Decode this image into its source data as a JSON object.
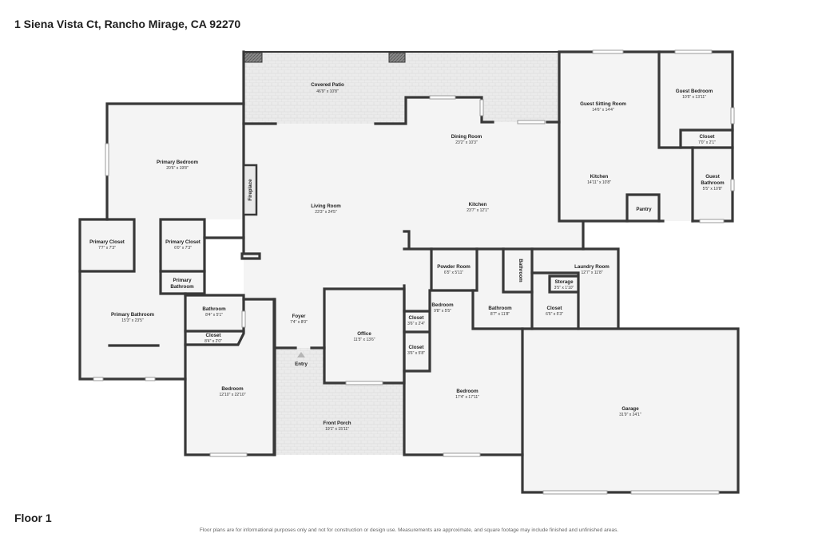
{
  "header": {
    "address": "1 Siena Vista Ct, Rancho Mirage, CA 92270"
  },
  "footer": {
    "floor": "Floor 1",
    "disclaimer": "Floor plans are for informational purposes only and not for construction or design use. Measurements are approximate, and square footage may include finished and unfinished areas."
  },
  "rooms": {
    "covered_patio": {
      "name": "Covered Patio",
      "dims": "46'9\" x 10'8\""
    },
    "primary_bedroom": {
      "name": "Primary Bedroom",
      "dims": "20'6\" x 19'8\""
    },
    "fireplace": {
      "name": "Fireplace"
    },
    "living_room": {
      "name": "Living Room",
      "dims": "23'3\" x 24'5\""
    },
    "dining_room": {
      "name": "Dining Room",
      "dims": "23'2\" x 10'3\""
    },
    "kitchen_main": {
      "name": "Kitchen",
      "dims": "23'7\" x 12'1\""
    },
    "guest_sitting_room": {
      "name": "Guest Sitting Room",
      "dims": "14'6\" x 14'4\""
    },
    "guest_kitchen": {
      "name": "Kitchen",
      "dims": "14'11\" x 10'8\""
    },
    "pantry": {
      "name": "Pantry"
    },
    "guest_bedroom": {
      "name": "Guest Bedroom",
      "dims": "10'5\" x 13'11\""
    },
    "guest_closet": {
      "name": "Closet",
      "dims": "7'0\" x 2'1\""
    },
    "guest_bathroom": {
      "name1": "Guest",
      "name2": "Bathroom",
      "dims": "5'5\" x 10'8\""
    },
    "primary_closet_1": {
      "name": "Primary Closet",
      "dims": "7'7\" x 7'3\""
    },
    "primary_closet_2": {
      "name": "Primary Closet",
      "dims": "6'0\" x 7'3\""
    },
    "primary_bathroom_small": {
      "name1": "Primary",
      "name2": "Bathroom"
    },
    "primary_bathroom": {
      "name": "Primary Bathroom",
      "dims": "15'3\" x 23'5\""
    },
    "bathroom_left": {
      "name": "Bathroom",
      "dims": "8'4\" x 5'1\""
    },
    "closet_left": {
      "name": "Closet",
      "dims": "8'4\" x 2'0\""
    },
    "bedroom_left": {
      "name": "Bedroom",
      "dims": "12'10\" x 22'10\""
    },
    "foyer": {
      "name": "Foyer",
      "dims": "7'4\" x 8'0\""
    },
    "entry": {
      "name": "Entry"
    },
    "office": {
      "name": "Office",
      "dims": "11'5\" x 13'6\""
    },
    "front_porch": {
      "name": "Front Porch",
      "dims": "19'1\" x 15'11\""
    },
    "powder_room": {
      "name": "Powder Room",
      "dims": "6'5\" x 5'11\""
    },
    "bathroom_vertical": {
      "name": "Bathroom"
    },
    "laundry_room": {
      "name": "Laundry Room",
      "dims": "12'7\" x 11'8\""
    },
    "storage": {
      "name": "Storage",
      "dims": "3'5\" x 1'10\""
    },
    "bedroom_small": {
      "name": "Bedroom",
      "dims": "9'8\" x 5'5\""
    },
    "closet_a": {
      "name": "Closet",
      "dims": "3'6\" x 2'4\""
    },
    "closet_b": {
      "name": "Closet",
      "dims": "3'6\" x 5'8\""
    },
    "bathroom_mid": {
      "name": "Bathroom",
      "dims": "8'7\" x 11'8\""
    },
    "closet_mid": {
      "name": "Closet",
      "dims": "6'5\" x 5'3\""
    },
    "bedroom_right": {
      "name": "Bedroom",
      "dims": "17'4\" x 17'11\""
    },
    "garage": {
      "name": "Garage",
      "dims": "31'9\" x 24'1\""
    }
  },
  "colors": {
    "wall": "#383838",
    "floor": "#f3f3f3",
    "outdoor": "#ececec",
    "background": "#ffffff"
  }
}
